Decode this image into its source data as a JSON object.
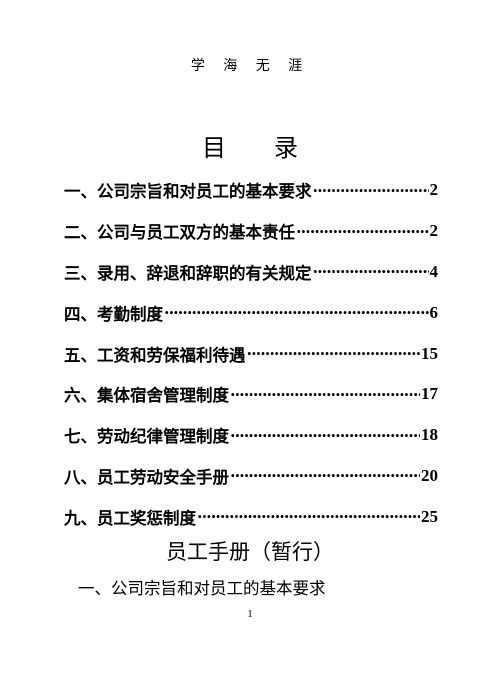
{
  "header": {
    "text": "学 海 无  涯"
  },
  "toc": {
    "title_left": "目",
    "title_right": "录",
    "entries": [
      {
        "label": "一、公司宗旨和对员工的基本要求",
        "page": "2"
      },
      {
        "label": "二、公司与员工双方的基本责任",
        "page": "2"
      },
      {
        "label": "三、录用、辞退和辞职的有关规定",
        "page": "4"
      },
      {
        "label": "四、考勤制度",
        "page": "6"
      },
      {
        "label": "五、工资和劳保福利待遇",
        "page": "15"
      },
      {
        "label": "六、集体宿舍管理制度",
        "page": "17"
      },
      {
        "label": "七、劳动纪律管理制度",
        "page": "18"
      },
      {
        "label": "八、员工劳动安全手册",
        "page": "20"
      },
      {
        "label": "九、员工奖惩制度",
        "page": "25"
      }
    ]
  },
  "document": {
    "title": "员工手册（暂行）",
    "first_section": "一、公司宗旨和对员工的基本要求"
  },
  "footer": {
    "page_number": "1"
  }
}
